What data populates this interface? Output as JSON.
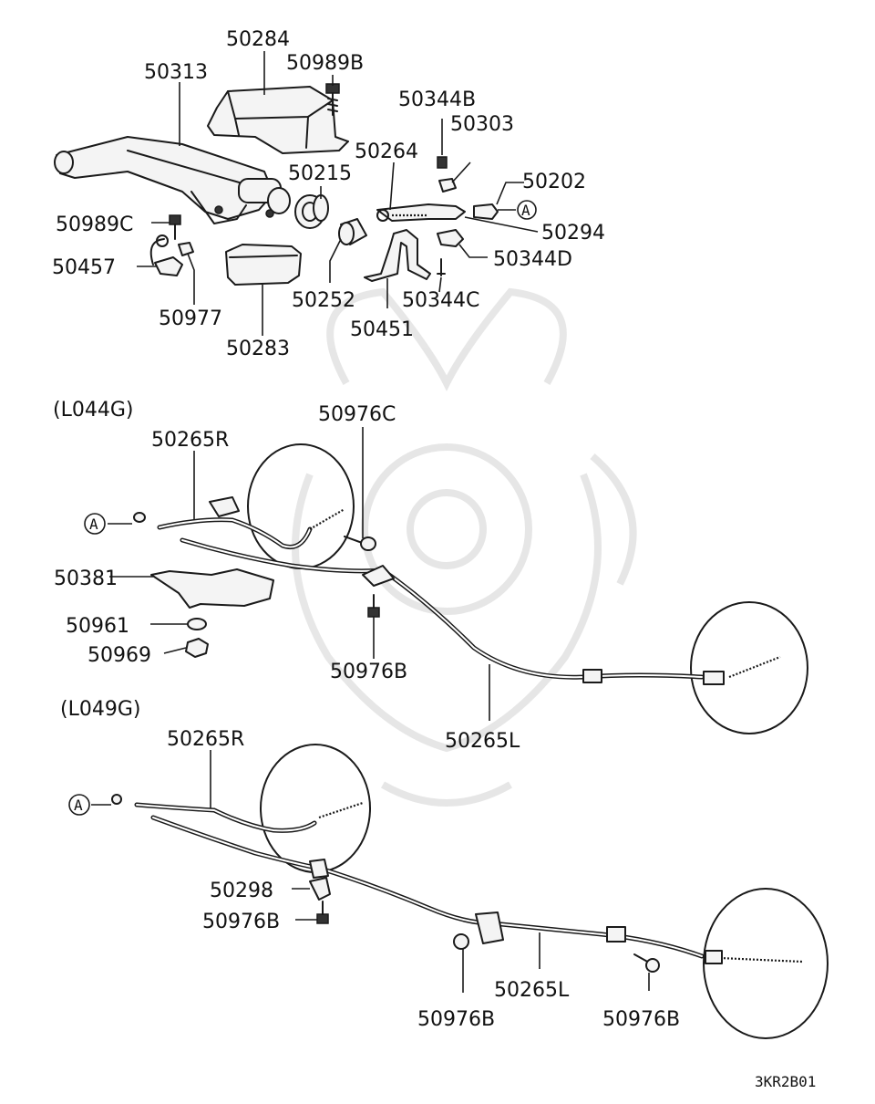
{
  "parts": {
    "p50284": "50284",
    "p50313": "50313",
    "p50989B": "50989B",
    "p50344B": "50344B",
    "p50303": "50303",
    "p50264": "50264",
    "p50215": "50215",
    "p50202": "50202",
    "p50294": "50294",
    "p50989C": "50989C",
    "p50344D": "50344D",
    "p50457": "50457",
    "p50252": "50252",
    "p50344C": "50344C",
    "p50977": "50977",
    "p50451": "50451",
    "p50283": "50283"
  },
  "variant1": {
    "heading": "(L044G)",
    "p50976C": "50976C",
    "p50265R": "50265R",
    "refA": "A",
    "p50381": "50381",
    "p50961": "50961",
    "p50969": "50969",
    "p50976B": "50976B",
    "p50265L": "50265L"
  },
  "variant2": {
    "heading": "(L049G)",
    "p50265R": "50265R",
    "refA": "A",
    "p50298": "50298",
    "p50976B_a": "50976B",
    "p50265L": "50265L",
    "p50976B_b": "50976B",
    "p50976B_c": "50976B"
  },
  "top_ref": {
    "refA": "A"
  },
  "diagram_code": "3KR2B01"
}
